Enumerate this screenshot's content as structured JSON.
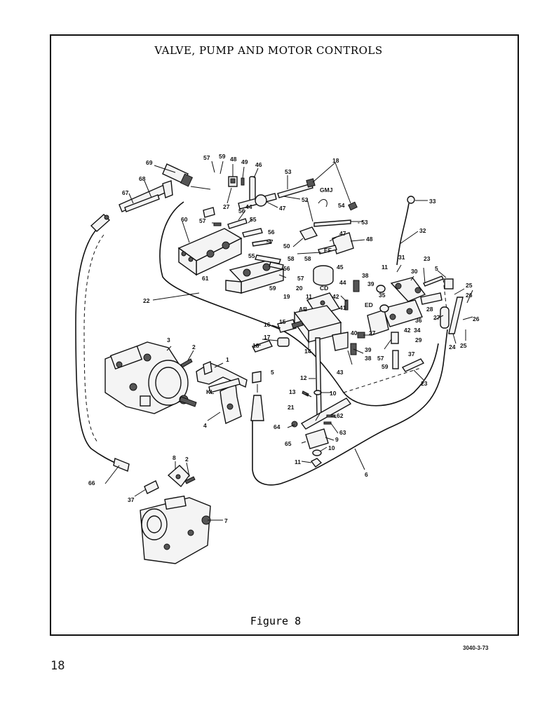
{
  "page": {
    "title": "VALVE, PUMP AND MOTOR CONTROLS",
    "caption": "Figure 8",
    "page_number": "18",
    "doc_ref": "3040-3-73"
  },
  "callouts": {
    "c1": "1",
    "c2a": "2",
    "c2b": "2",
    "c3": "3",
    "c4": "4",
    "c5a": "5",
    "c5b": "5",
    "c6": "6",
    "c7": "7",
    "c8": "8",
    "c9": "9",
    "c10a": "10",
    "c10b": "10",
    "c11a": "11",
    "c11b": "11",
    "c11c": "11",
    "c12": "12",
    "c13": "13",
    "c14": "14",
    "c15": "15",
    "c16": "16",
    "c17": "17",
    "c18a": "18",
    "c18b": "18",
    "c19": "19",
    "c20": "20",
    "c21": "21",
    "c22": "22",
    "c23a": "23",
    "c23b": "23",
    "c24": "24",
    "c25a": "25",
    "c25b": "25",
    "c26a": "26",
    "c26b": "26",
    "c27a": "27",
    "c27b": "27",
    "c27c": "27",
    "c28": "28",
    "c29": "29",
    "c30": "30",
    "c31": "31",
    "c32": "32",
    "c33": "33",
    "c34": "34",
    "c35": "35",
    "c36": "36",
    "c37a": "37",
    "c37b": "37",
    "c38a": "38",
    "c38b": "38",
    "c39a": "39",
    "c39b": "39",
    "c40": "40",
    "c41": "41",
    "c42a": "42",
    "c42b": "42",
    "c43": "43",
    "c44a": "44",
    "c44b": "44",
    "c45": "45",
    "c46": "46",
    "c47a": "47",
    "c47b": "47",
    "c48a": "48",
    "c48b": "48",
    "c49": "49",
    "c50": "50",
    "c52": "52",
    "c53a": "53",
    "c53b": "- 53",
    "c54": "54",
    "c55a": "55",
    "c55b": "55",
    "c56a": "56",
    "c56b": "56",
    "c56c": "56",
    "c57a": "57",
    "c57b": "57",
    "c57c": "57",
    "c57d": "57",
    "c57e": "57",
    "c58a": "58",
    "c58b": "58",
    "c59a": "59",
    "c59b": "59",
    "c59c": "59",
    "c60": "60",
    "c61": "61",
    "c62": "62",
    "c63": "63",
    "c64": "64",
    "c65": "65",
    "c66": "66",
    "c67": "67",
    "c68": "68",
    "c69": "69",
    "gmj": "GMJ",
    "ef": "EF",
    "cd": "CD",
    "ab": "AB",
    "ed": "ED",
    "kl": "KL"
  }
}
